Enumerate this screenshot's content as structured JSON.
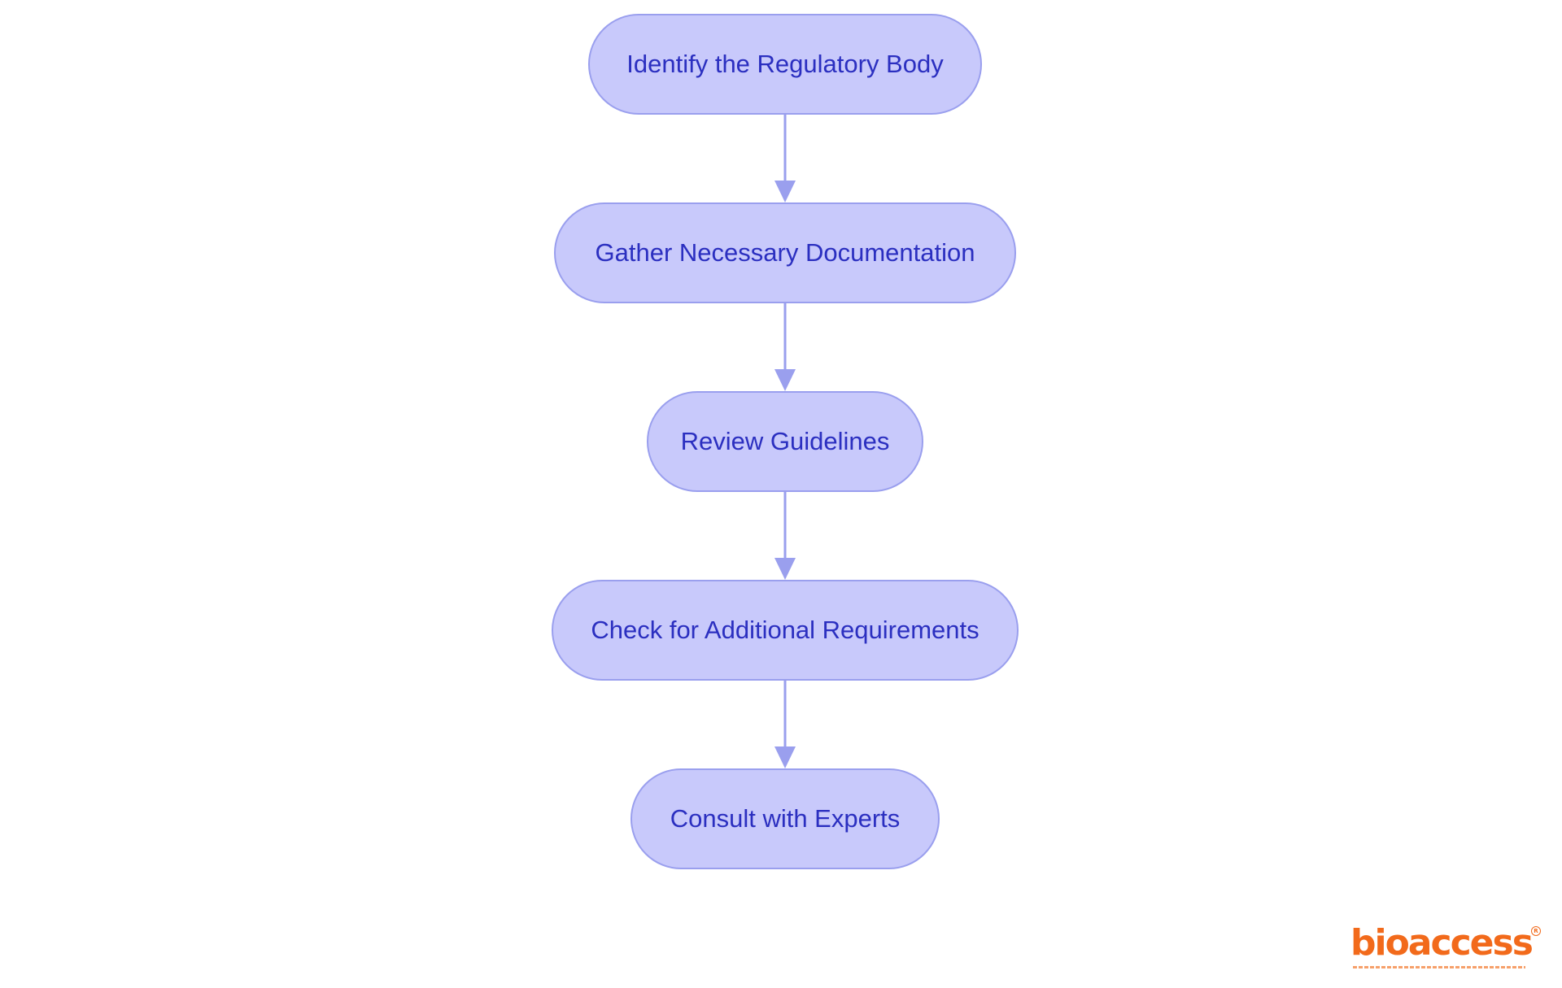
{
  "diagram": {
    "steps": [
      {
        "label": "Identify the Regulatory Body"
      },
      {
        "label": "Gather Necessary Documentation"
      },
      {
        "label": "Review Guidelines"
      },
      {
        "label": "Check for Additional Requirements"
      },
      {
        "label": "Consult with Experts"
      }
    ],
    "colors": {
      "node_fill": "#c8c9fb",
      "node_border": "#9a9fee",
      "text": "#2b2fc0",
      "connector": "#9a9fee"
    }
  },
  "logo": {
    "wordmark": "bioaccess",
    "registered_mark": "R",
    "color": "#f26a1b"
  }
}
